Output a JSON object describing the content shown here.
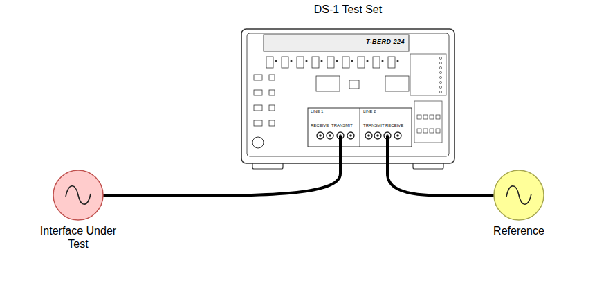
{
  "diagram": {
    "nodes": [
      {
        "text": [
          "DS-1 Test Set",
          "T-BERD 224"
        ]
      },
      {
        "text": [
          "Interface Under Test"
        ]
      },
      {
        "text": [
          "Reference"
        ]
      }
    ],
    "edges": [
      {
        "from": 0,
        "to": 1,
        "arrow": "none"
      },
      {
        "from": 0,
        "to": 2,
        "arrow": "none"
      }
    ],
    "labels": [
      "LINE 1",
      "LINE 2",
      "RECEIVE",
      "TRANSMIT",
      "TRANSMIT",
      "RECEIVE"
    ]
  }
}
